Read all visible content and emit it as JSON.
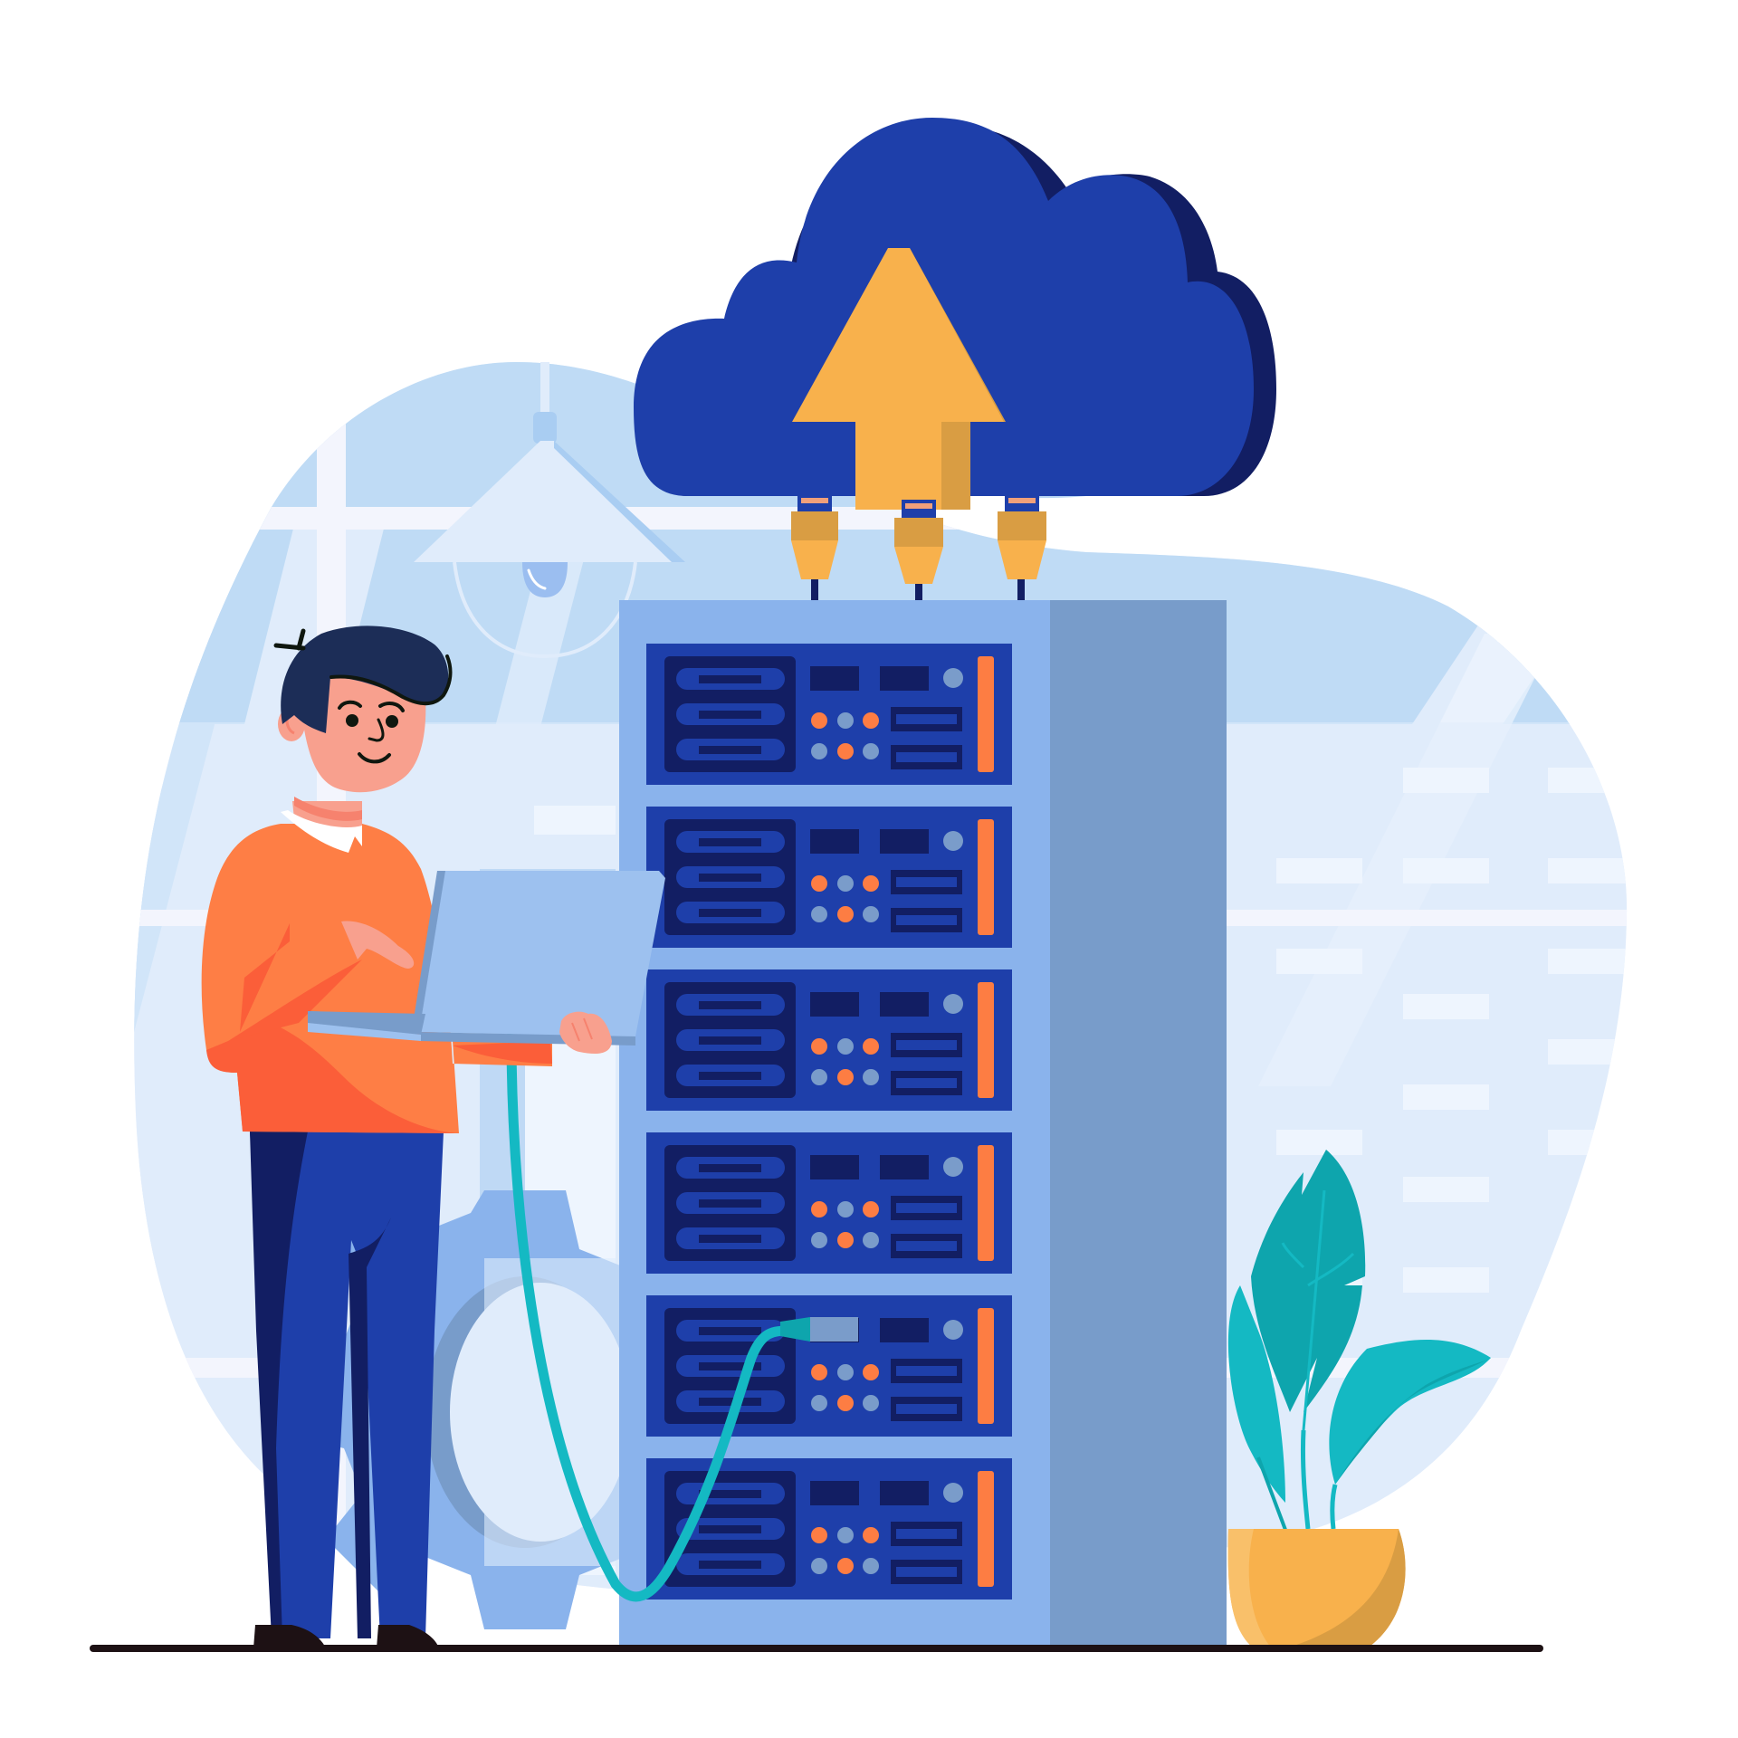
{
  "illustration": {
    "title": "Server administrator uploading data to the cloud",
    "description": "Flat vector illustration of a man holding a laptop connected by cable to a server rack, with a cloud and upload arrow above the rack, a gear and window/office background, and a potted plant on the right.",
    "elements": {
      "cloud": "cloud-storage",
      "arrow": "upload-arrow",
      "connectors": 3,
      "server_units": 6,
      "person": "technician-with-laptop",
      "plant": "potted-plant",
      "gear": "settings-gear",
      "lamp": "ceiling-lamp"
    }
  },
  "colors": {
    "background": "#ffffff",
    "blob_light": "#e0ecfb",
    "blob_mid": "#bfdbf5",
    "window_frame": "#f3f5fd",
    "cloud_front": "#1e3faa",
    "cloud_back": "#121e63",
    "arrow": "#f8b14c",
    "arrow_shade": "#d99d43",
    "rack_front": "#8ab3ec",
    "rack_side": "#789cca",
    "unit_body": "#1e3faa",
    "unit_dark": "#121e63",
    "led_orange": "#fd7d43",
    "led_blue": "#7a9cca",
    "sweater": "#fe7e45",
    "sweater_shade": "#fb5e39",
    "skin": "#f8a08e",
    "hair": "#1c2d57",
    "pants": "#1e3faa",
    "pants_shade": "#121e63",
    "laptop": "#9dc1ef",
    "laptop_shade": "#789cca",
    "cable": "#14b9c3",
    "leaf": "#0ea5ad",
    "leaf_light": "#14b9c3",
    "pot": "#f8b14c",
    "pot_shade": "#d99d43",
    "ground": "#1d1114",
    "gear": "#8ab3ec",
    "gear_shade": "#789cca"
  }
}
